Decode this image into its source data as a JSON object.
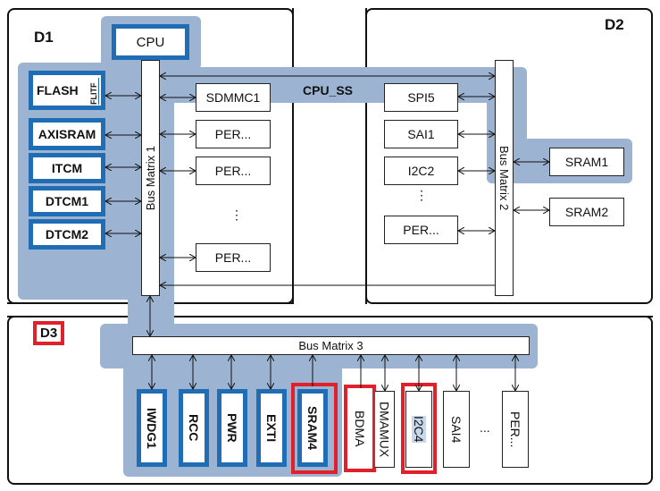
{
  "domains": {
    "d1": "D1",
    "d2": "D2",
    "d3": "D3"
  },
  "cpu": "CPU",
  "cpu_ss": "CPU_SS",
  "bus_matrices": {
    "bm1": "Bus Matrix 1",
    "bm2": "Bus Matrix 2",
    "bm3": "Bus Matrix 3"
  },
  "d1_memories": [
    "FLASH",
    "AXISRAM",
    "ITCM",
    "DTCM1",
    "DTCM2"
  ],
  "flitf": "FLITF",
  "d1_peripherals": [
    "SDMMC1",
    "PER...",
    "PER...",
    "⋮",
    "PER..."
  ],
  "d2_peripherals": [
    "SPI5",
    "SAI1",
    "I2C2",
    "⋮",
    "PER..."
  ],
  "d2_memories": [
    "SRAM1",
    "SRAM2"
  ],
  "d3_blocks": [
    "IWDG1",
    "RCC",
    "PWR",
    "EXTI",
    "SRAM4",
    "BDMA",
    "DMAMUX",
    "I2C4",
    "SAI4",
    "...",
    "PER..."
  ],
  "colors": {
    "shade": "#9cb3d1",
    "blue_border": "#1f6eb5",
    "red_highlight": "#e0202b"
  }
}
